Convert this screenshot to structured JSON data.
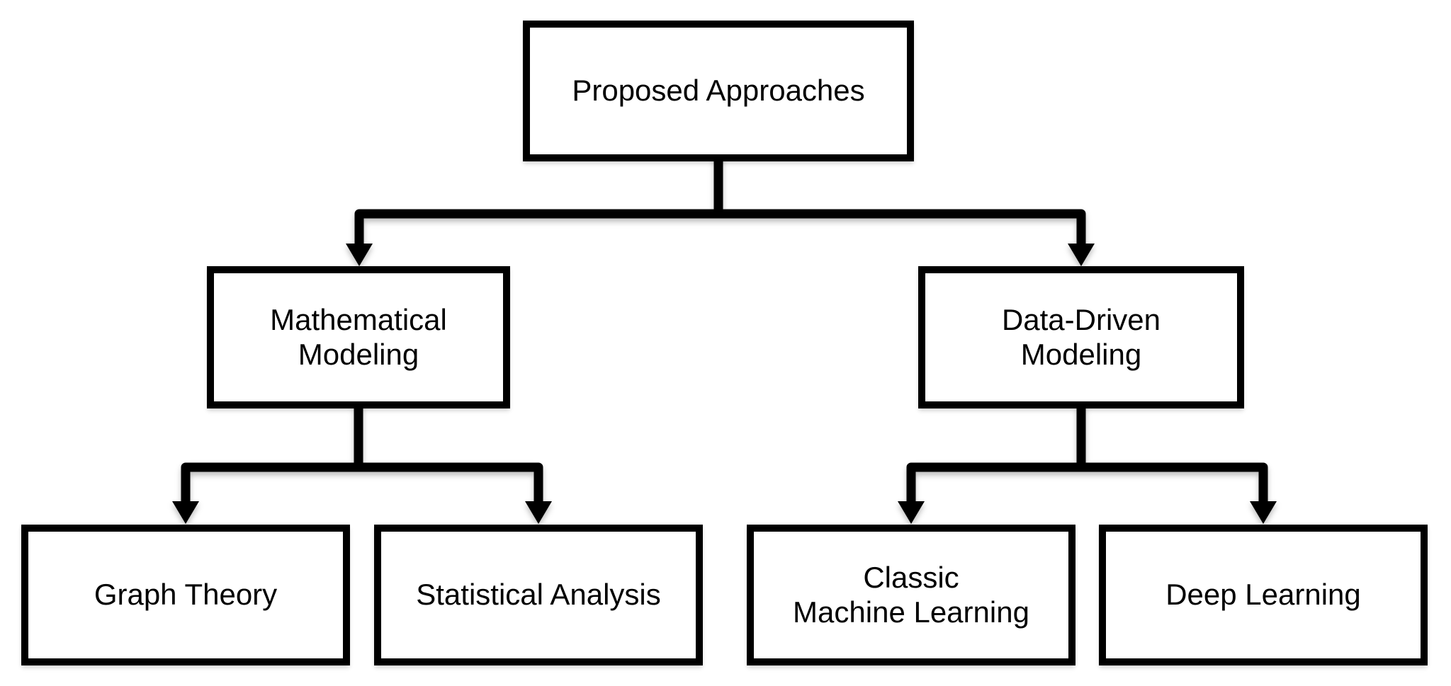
{
  "diagram": {
    "colors": {
      "background": "#ffffff",
      "box_fill": "#ffffff",
      "box_border": "#000000",
      "line": "#000000",
      "text": "#000000"
    },
    "nodes": {
      "root": {
        "label": "Proposed Approaches"
      },
      "mathematical_modeling": {
        "label": "Mathematical\nModeling"
      },
      "data_driven_modeling": {
        "label": "Data-Driven\nModeling"
      },
      "graph_theory": {
        "label": "Graph Theory"
      },
      "statistical_analysis": {
        "label": "Statistical Analysis"
      },
      "classic_machine_learning": {
        "label": "Classic\nMachine Learning"
      },
      "deep_learning": {
        "label": "Deep Learning"
      }
    },
    "edges": [
      {
        "from": "root",
        "to": "mathematical_modeling"
      },
      {
        "from": "root",
        "to": "data_driven_modeling"
      },
      {
        "from": "mathematical_modeling",
        "to": "graph_theory"
      },
      {
        "from": "mathematical_modeling",
        "to": "statistical_analysis"
      },
      {
        "from": "data_driven_modeling",
        "to": "classic_machine_learning"
      },
      {
        "from": "data_driven_modeling",
        "to": "deep_learning"
      }
    ]
  }
}
